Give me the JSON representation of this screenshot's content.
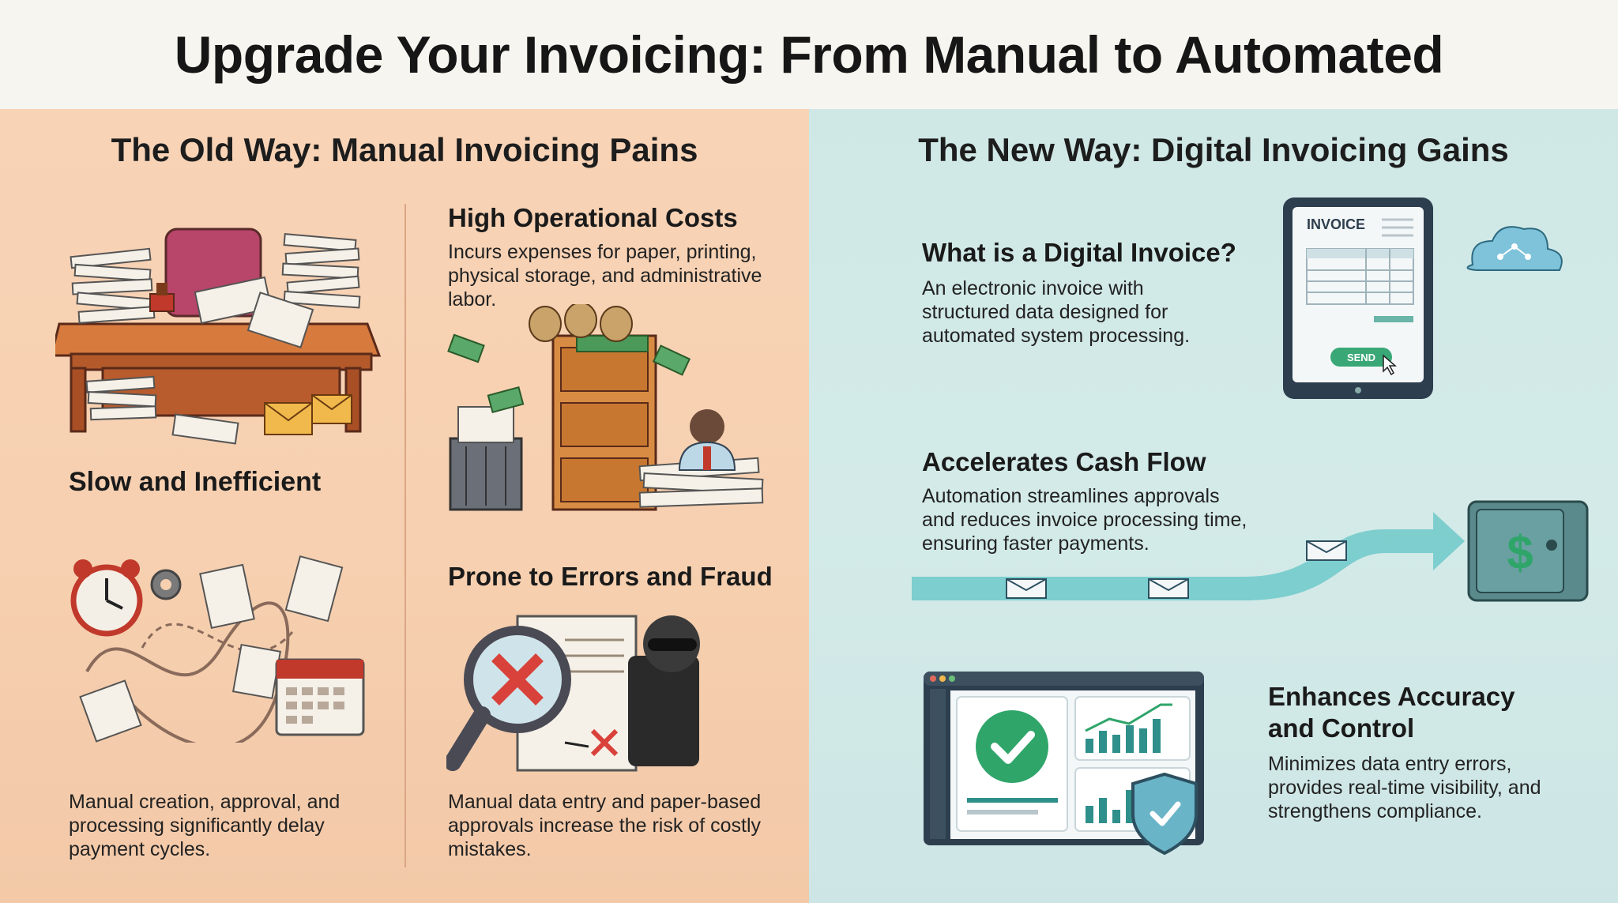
{
  "title": "Upgrade Your Invoicing: From Manual to Automated",
  "old_way": {
    "heading": "The Old Way: Manual Invoicing Pains",
    "slow": {
      "title": "Slow and Inefficient",
      "desc": "Manual creation, approval, and processing significantly delay payment cycles."
    },
    "costs": {
      "title": "High Operational Costs",
      "desc": "Incurs expenses for paper, printing, physical storage, and administrative labor."
    },
    "errors": {
      "title": "Prone to Errors and Fraud",
      "desc": "Manual data entry and paper-based approvals increase the risk of costly mistakes."
    }
  },
  "new_way": {
    "heading": "The New Way: Digital Invoicing Gains",
    "digital": {
      "title": "What is a Digital Invoice?",
      "desc": "An electronic invoice with structured data designed for automated system processing.",
      "tablet_label": "INVOICE",
      "send_label": "SEND"
    },
    "cashflow": {
      "title": "Accelerates Cash Flow",
      "desc": "Automation streamlines approvals and reduces invoice processing time, ensuring faster payments."
    },
    "accuracy": {
      "title": "Enhances Accuracy and Control",
      "desc": "Minimizes data entry errors, provides real-time visibility, and strengthens compliance."
    }
  },
  "colors": {
    "old_bg": "#f7d1b3",
    "new_bg": "#d0e8e6",
    "accent_green": "#2fa56a",
    "accent_teal": "#2f8f8a",
    "error_red": "#d9423b"
  }
}
